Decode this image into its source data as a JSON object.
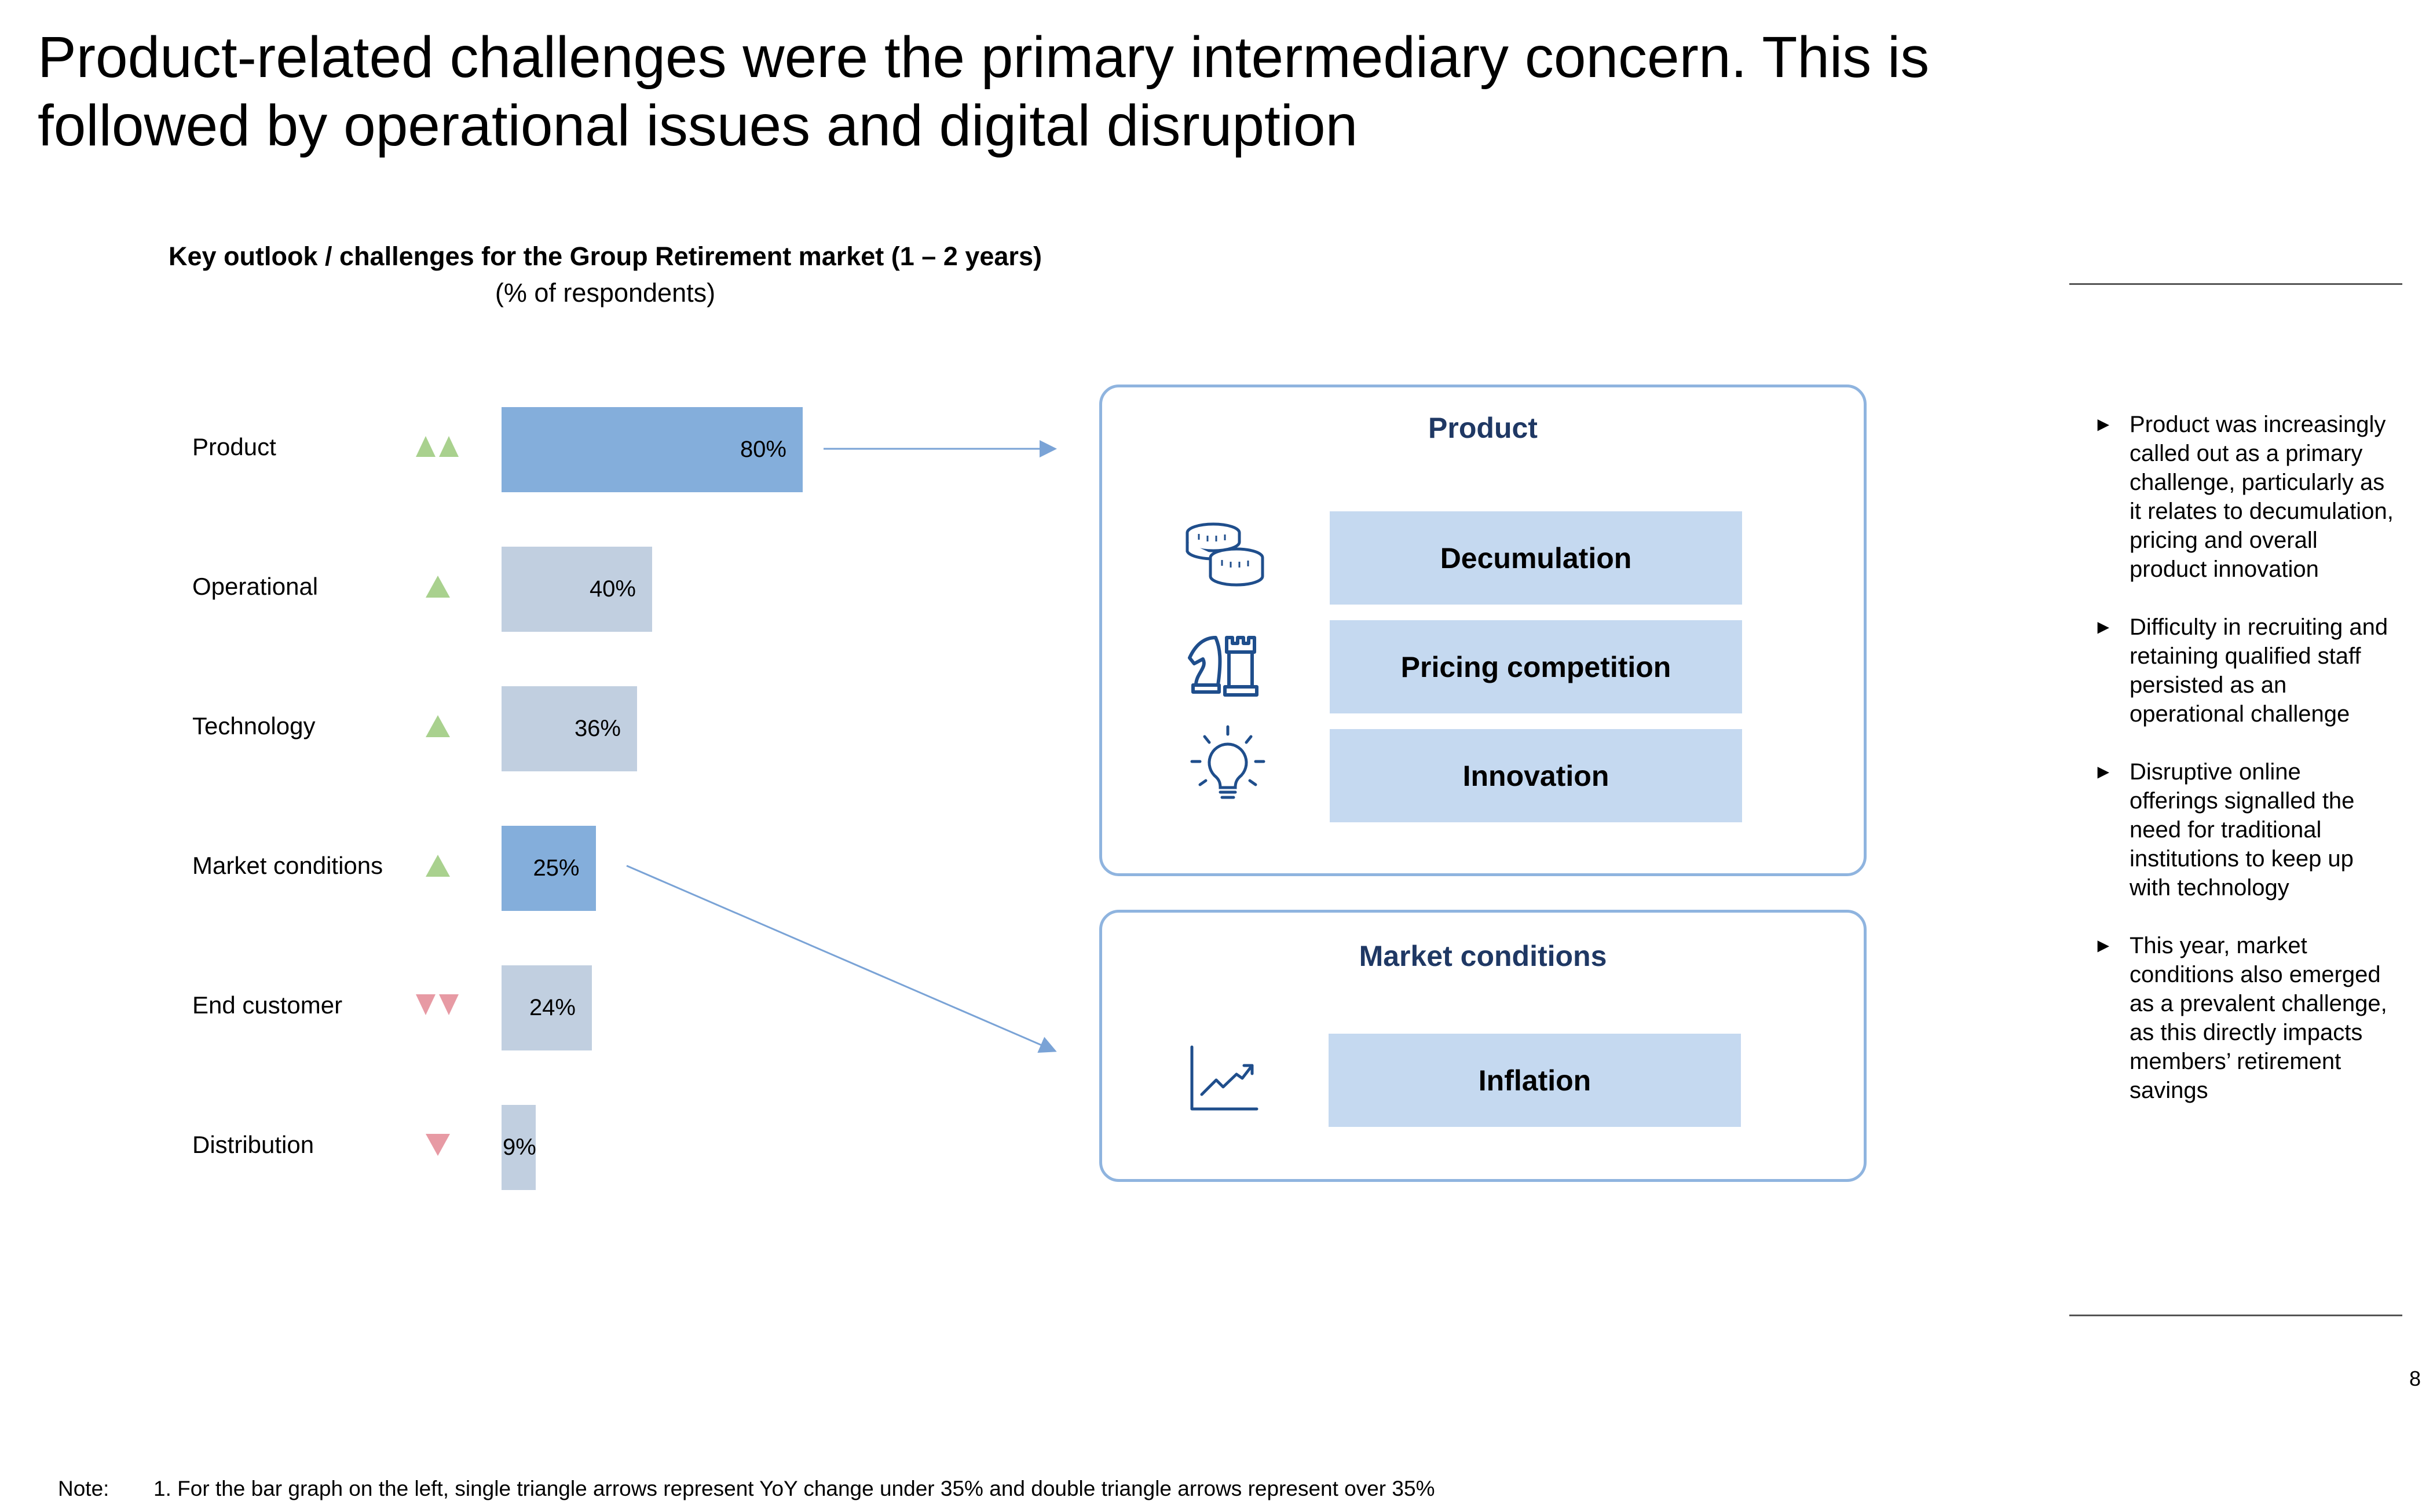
{
  "slide": {
    "title": "Product-related challenges were the primary intermediary concern. This is followed by operational issues and digital disruption",
    "page_number": "8"
  },
  "chart_data": {
    "type": "bar",
    "orientation": "horizontal",
    "title": "Key outlook / challenges for the Group Retirement market (1 – 2 years)",
    "subtitle": "(% of respondents)",
    "xlim": [
      0,
      100
    ],
    "categories": [
      "Product",
      "Operational",
      "Technology",
      "Market conditions",
      "End customer",
      "Distribution"
    ],
    "values": [
      80,
      40,
      36,
      25,
      24,
      9
    ],
    "value_labels": [
      "80%",
      "40%",
      "36%",
      "25%",
      "24%",
      "9%"
    ],
    "trend": [
      "double-up",
      "up",
      "up",
      "up",
      "double-down",
      "down"
    ],
    "highlighted": [
      true,
      false,
      false,
      true,
      false,
      false
    ],
    "colors": {
      "highlight": "#84aedb",
      "normal": "#c1cfe0",
      "up": "#a9d18e",
      "down": "#e79aa4"
    }
  },
  "panels": {
    "product": {
      "title": "Product",
      "items": [
        {
          "label": "Decumulation",
          "icon": "coins-icon"
        },
        {
          "label": "Pricing competition",
          "icon": "chess-icon"
        },
        {
          "label": "Innovation",
          "icon": "lightbulb-icon"
        }
      ]
    },
    "market": {
      "title": "Market conditions",
      "items": [
        {
          "label": "Inflation",
          "icon": "line-chart-icon"
        }
      ]
    }
  },
  "bullets": [
    "Product was increasingly called out as a primary challenge, particularly as it relates to decumulation, pricing and overall product innovation",
    "Difficulty in recruiting and retaining qualified staff persisted as an operational challenge",
    "Disruptive online offerings signalled the need for traditional institutions to keep up with technology",
    "This year, market conditions also emerged as a prevalent challenge, as this directly impacts members’ retirement savings"
  ],
  "note": {
    "label": "Note:",
    "text": "1. For the bar graph on the left, single triangle arrows represent YoY change under 35% and double triangle arrows represent over 35%"
  }
}
